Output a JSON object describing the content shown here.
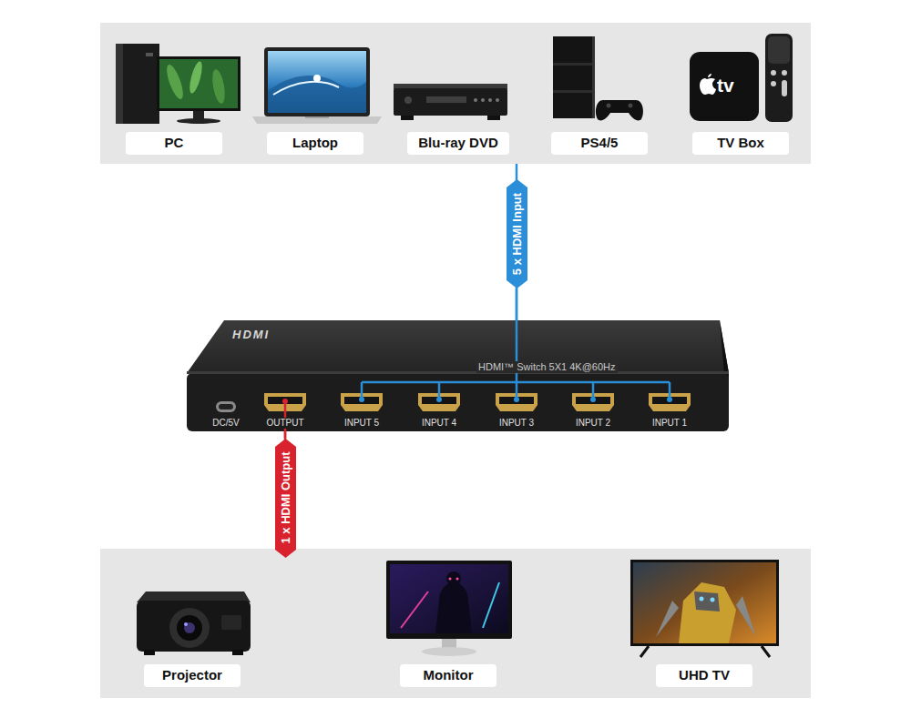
{
  "diagram": {
    "nodes": [
      {
        "text": [
          "PC"
        ]
      },
      {
        "text": [
          "Laptop"
        ]
      },
      {
        "text": [
          "Blu-ray DVD"
        ]
      },
      {
        "text": [
          "PS4/5"
        ]
      },
      {
        "text": [
          "TV Box"
        ]
      },
      {
        "text": [
          "5 x HDMI Input"
        ]
      },
      {
        "text": [
          "HDMI",
          "HDMI™ Switch 5X1 4K@60Hz"
        ]
      },
      {
        "text": [
          "1 x HDMI Output"
        ]
      },
      {
        "text": [
          "Projector"
        ]
      },
      {
        "text": [
          "Monitor"
        ]
      },
      {
        "text": [
          "UHD TV"
        ]
      }
    ],
    "edges": [
      {
        "from": 5,
        "to": 6,
        "arrow": "none"
      },
      {
        "from": 6,
        "to": 7,
        "arrow": "none"
      }
    ],
    "labels": [
      "tv",
      "DC/5V",
      "OUTPUT",
      "INPUT 5",
      "INPUT 4",
      "INPUT 3",
      "INPUT 2",
      "INPUT 1"
    ]
  }
}
